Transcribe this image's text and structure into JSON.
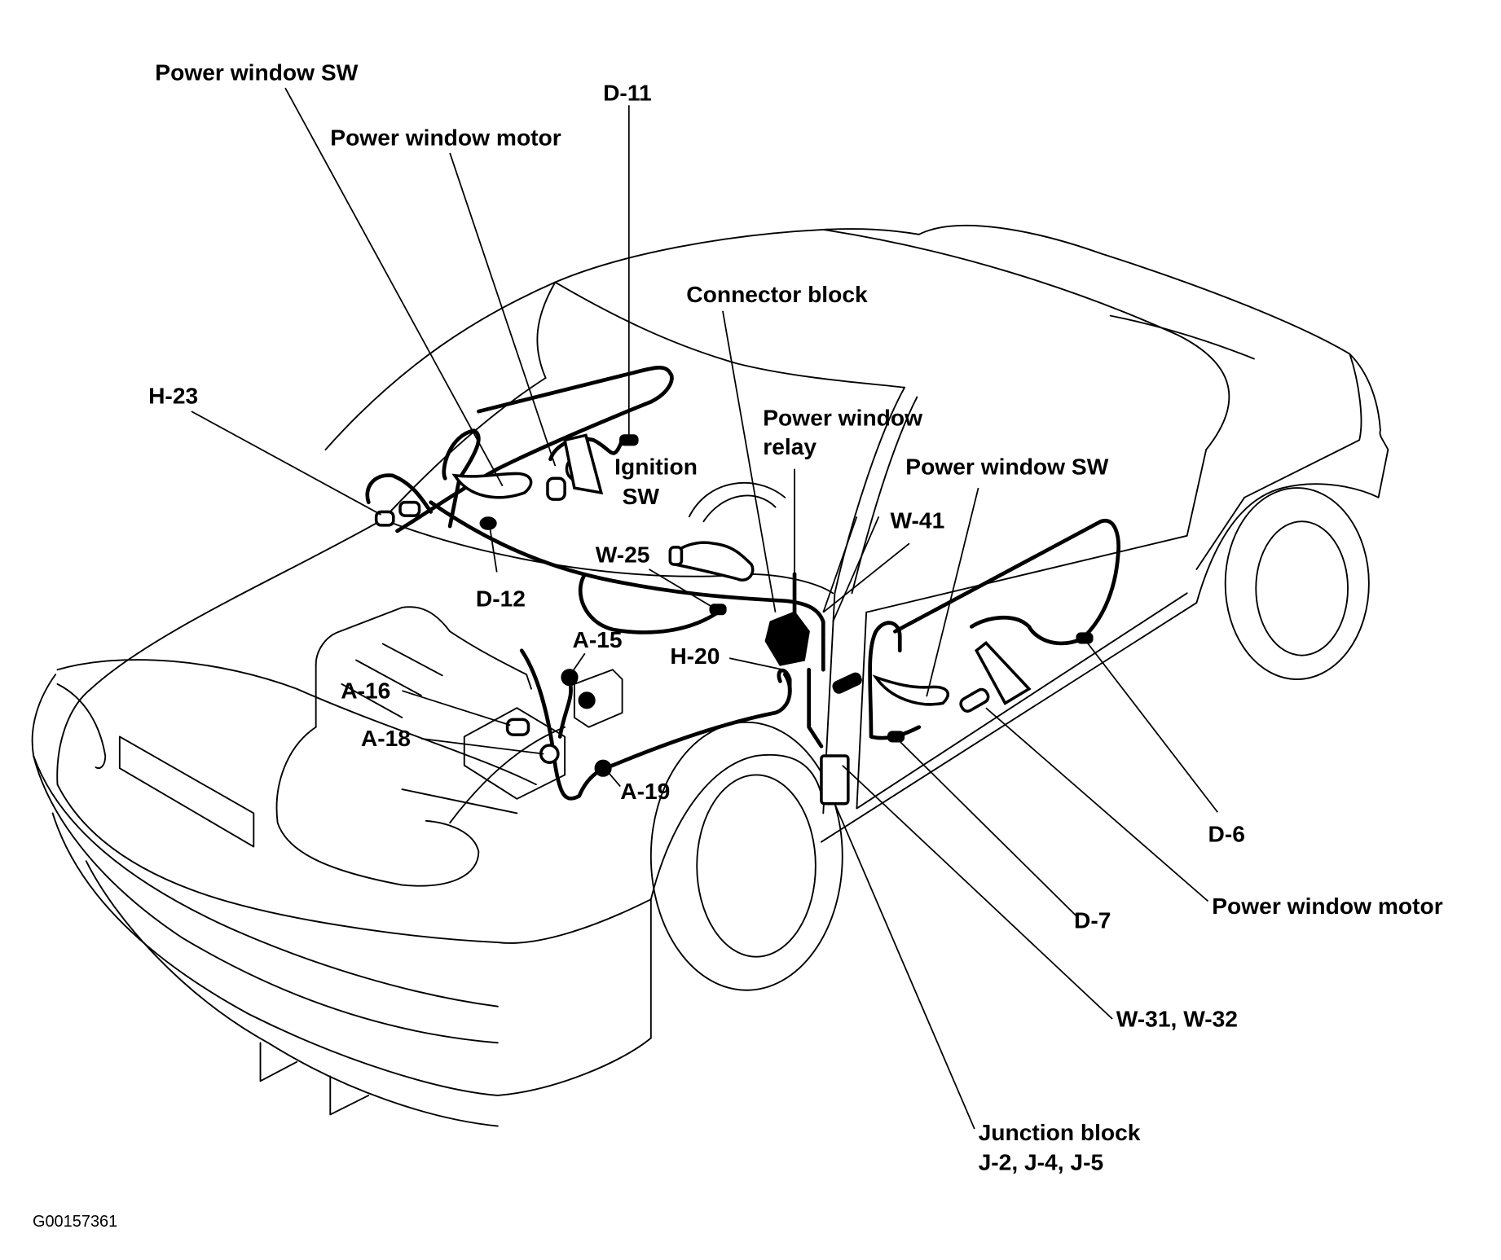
{
  "figure_id": "G00157361",
  "labels": {
    "power_window_sw_left": "Power window SW",
    "power_window_motor_left": "Power window motor",
    "d11": "D-11",
    "connector_block": "Connector block",
    "h23": "H-23",
    "power_window_relay_line1": "Power window",
    "power_window_relay_line2": "relay",
    "ignition_sw_line1": "Ignition",
    "ignition_sw_line2": "SW",
    "power_window_sw_right": "Power window SW",
    "w41": "W-41",
    "w25": "W-25",
    "d12": "D-12",
    "a15": "A-15",
    "h20": "H-20",
    "a16": "A-16",
    "a18": "A-18",
    "a19": "A-19",
    "d6": "D-6",
    "power_window_motor_right": "Power window motor",
    "d7": "D-7",
    "w31_w32": "W-31, W-32",
    "junction_block_line1": "Junction block",
    "junction_block_line2": "J-2, J-4, J-5"
  }
}
